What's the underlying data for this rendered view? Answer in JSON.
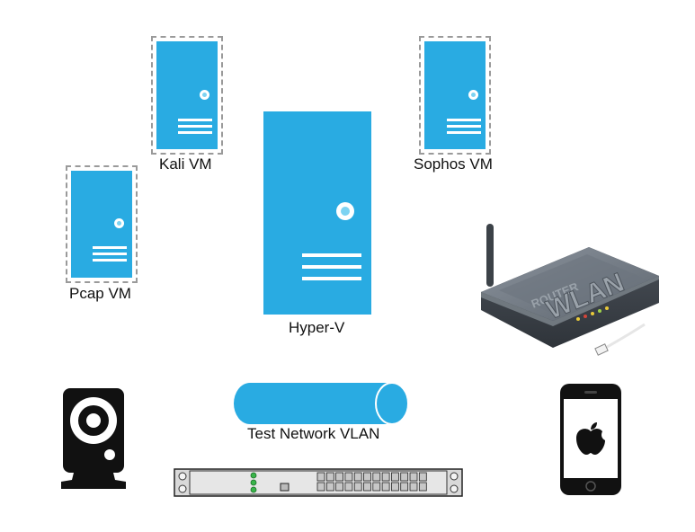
{
  "nodes": {
    "kali": {
      "label": "Kali VM"
    },
    "sophos": {
      "label": "Sophos VM"
    },
    "pcap": {
      "label": "Pcap VM"
    },
    "hyperv": {
      "label": "Hyper-V"
    },
    "vlan": {
      "label": "Test Network VLAN"
    },
    "router": {
      "text": "ROUTER WLAN"
    }
  },
  "colors": {
    "server_blue": "#29abe2",
    "icon_dark": "#111111",
    "switch_gray": "#d9d9d9"
  },
  "icons": [
    "webcam-icon",
    "router-icon",
    "network-switch-icon",
    "iphone-icon",
    "apple-logo-icon"
  ]
}
